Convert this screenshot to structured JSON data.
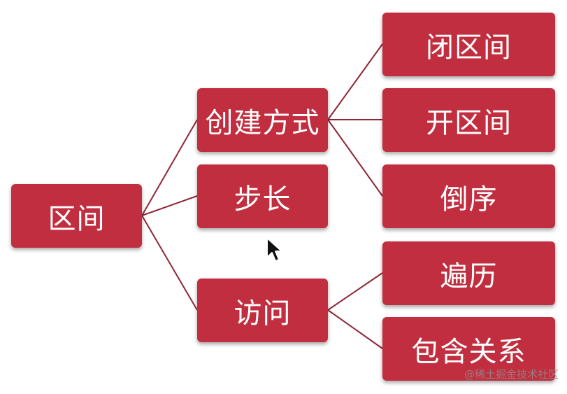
{
  "diagram": {
    "root": "区间",
    "branches": {
      "create": "创建方式",
      "step": "步长",
      "access": "访问"
    },
    "leaves": {
      "closed": "闭区间",
      "open": "开区间",
      "reverse": "倒序",
      "iterate": "遍历",
      "contains": "包含关系"
    }
  },
  "colors": {
    "node_fill": "#c12e3f",
    "connector": "#8e2636",
    "text": "#ffffff"
  },
  "watermark": "@稀土掘金技术社区",
  "icons": [
    "mouse-cursor-icon"
  ]
}
